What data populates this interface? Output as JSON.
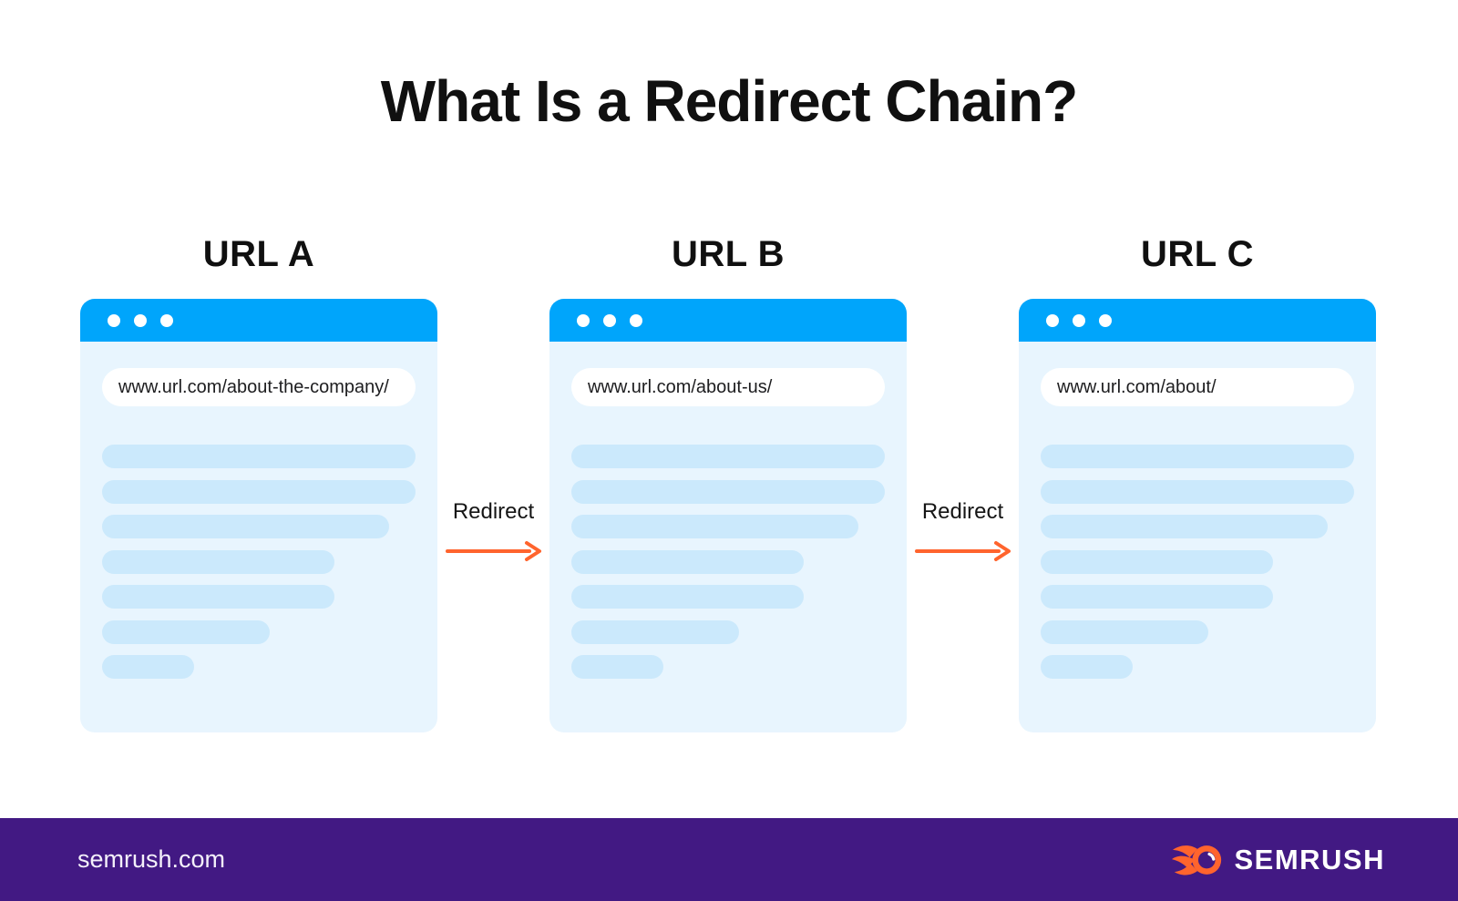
{
  "title": "What Is a Redirect Chain?",
  "windows": [
    {
      "label": "URL A",
      "url": "www.url.com/about-the-company/",
      "skeleton_line_widths_pct": [
        100,
        100,
        91.5,
        74,
        74,
        53.5,
        29.5
      ]
    },
    {
      "label": "URL B",
      "url": "www.url.com/about-us/",
      "skeleton_line_widths_pct": [
        100,
        100,
        91.5,
        74,
        74,
        53.5,
        29.5
      ]
    },
    {
      "label": "URL C",
      "url": "www.url.com/about/",
      "skeleton_line_widths_pct": [
        100,
        100,
        91.5,
        74,
        74,
        53.5,
        29.5
      ]
    }
  ],
  "connectors": [
    {
      "label": "Redirect"
    },
    {
      "label": "Redirect"
    }
  ],
  "footer": {
    "website": "semrush.com",
    "brand_name": "SEMRUSH"
  },
  "icons": {
    "window_controls": "window-control-dots",
    "redirect_arrow": "redirect-arrow-icon",
    "brand_logo": "semrush-flame-icon"
  },
  "colors": {
    "header_blue": "#00A5FB",
    "window_body_blue": "#E8F5FE",
    "skeleton_blue": "#CBE9FC",
    "accent_orange": "#FF642D",
    "footer_purple": "#421983",
    "text_dark": "#111111",
    "text_light": "#FFFFFF"
  }
}
